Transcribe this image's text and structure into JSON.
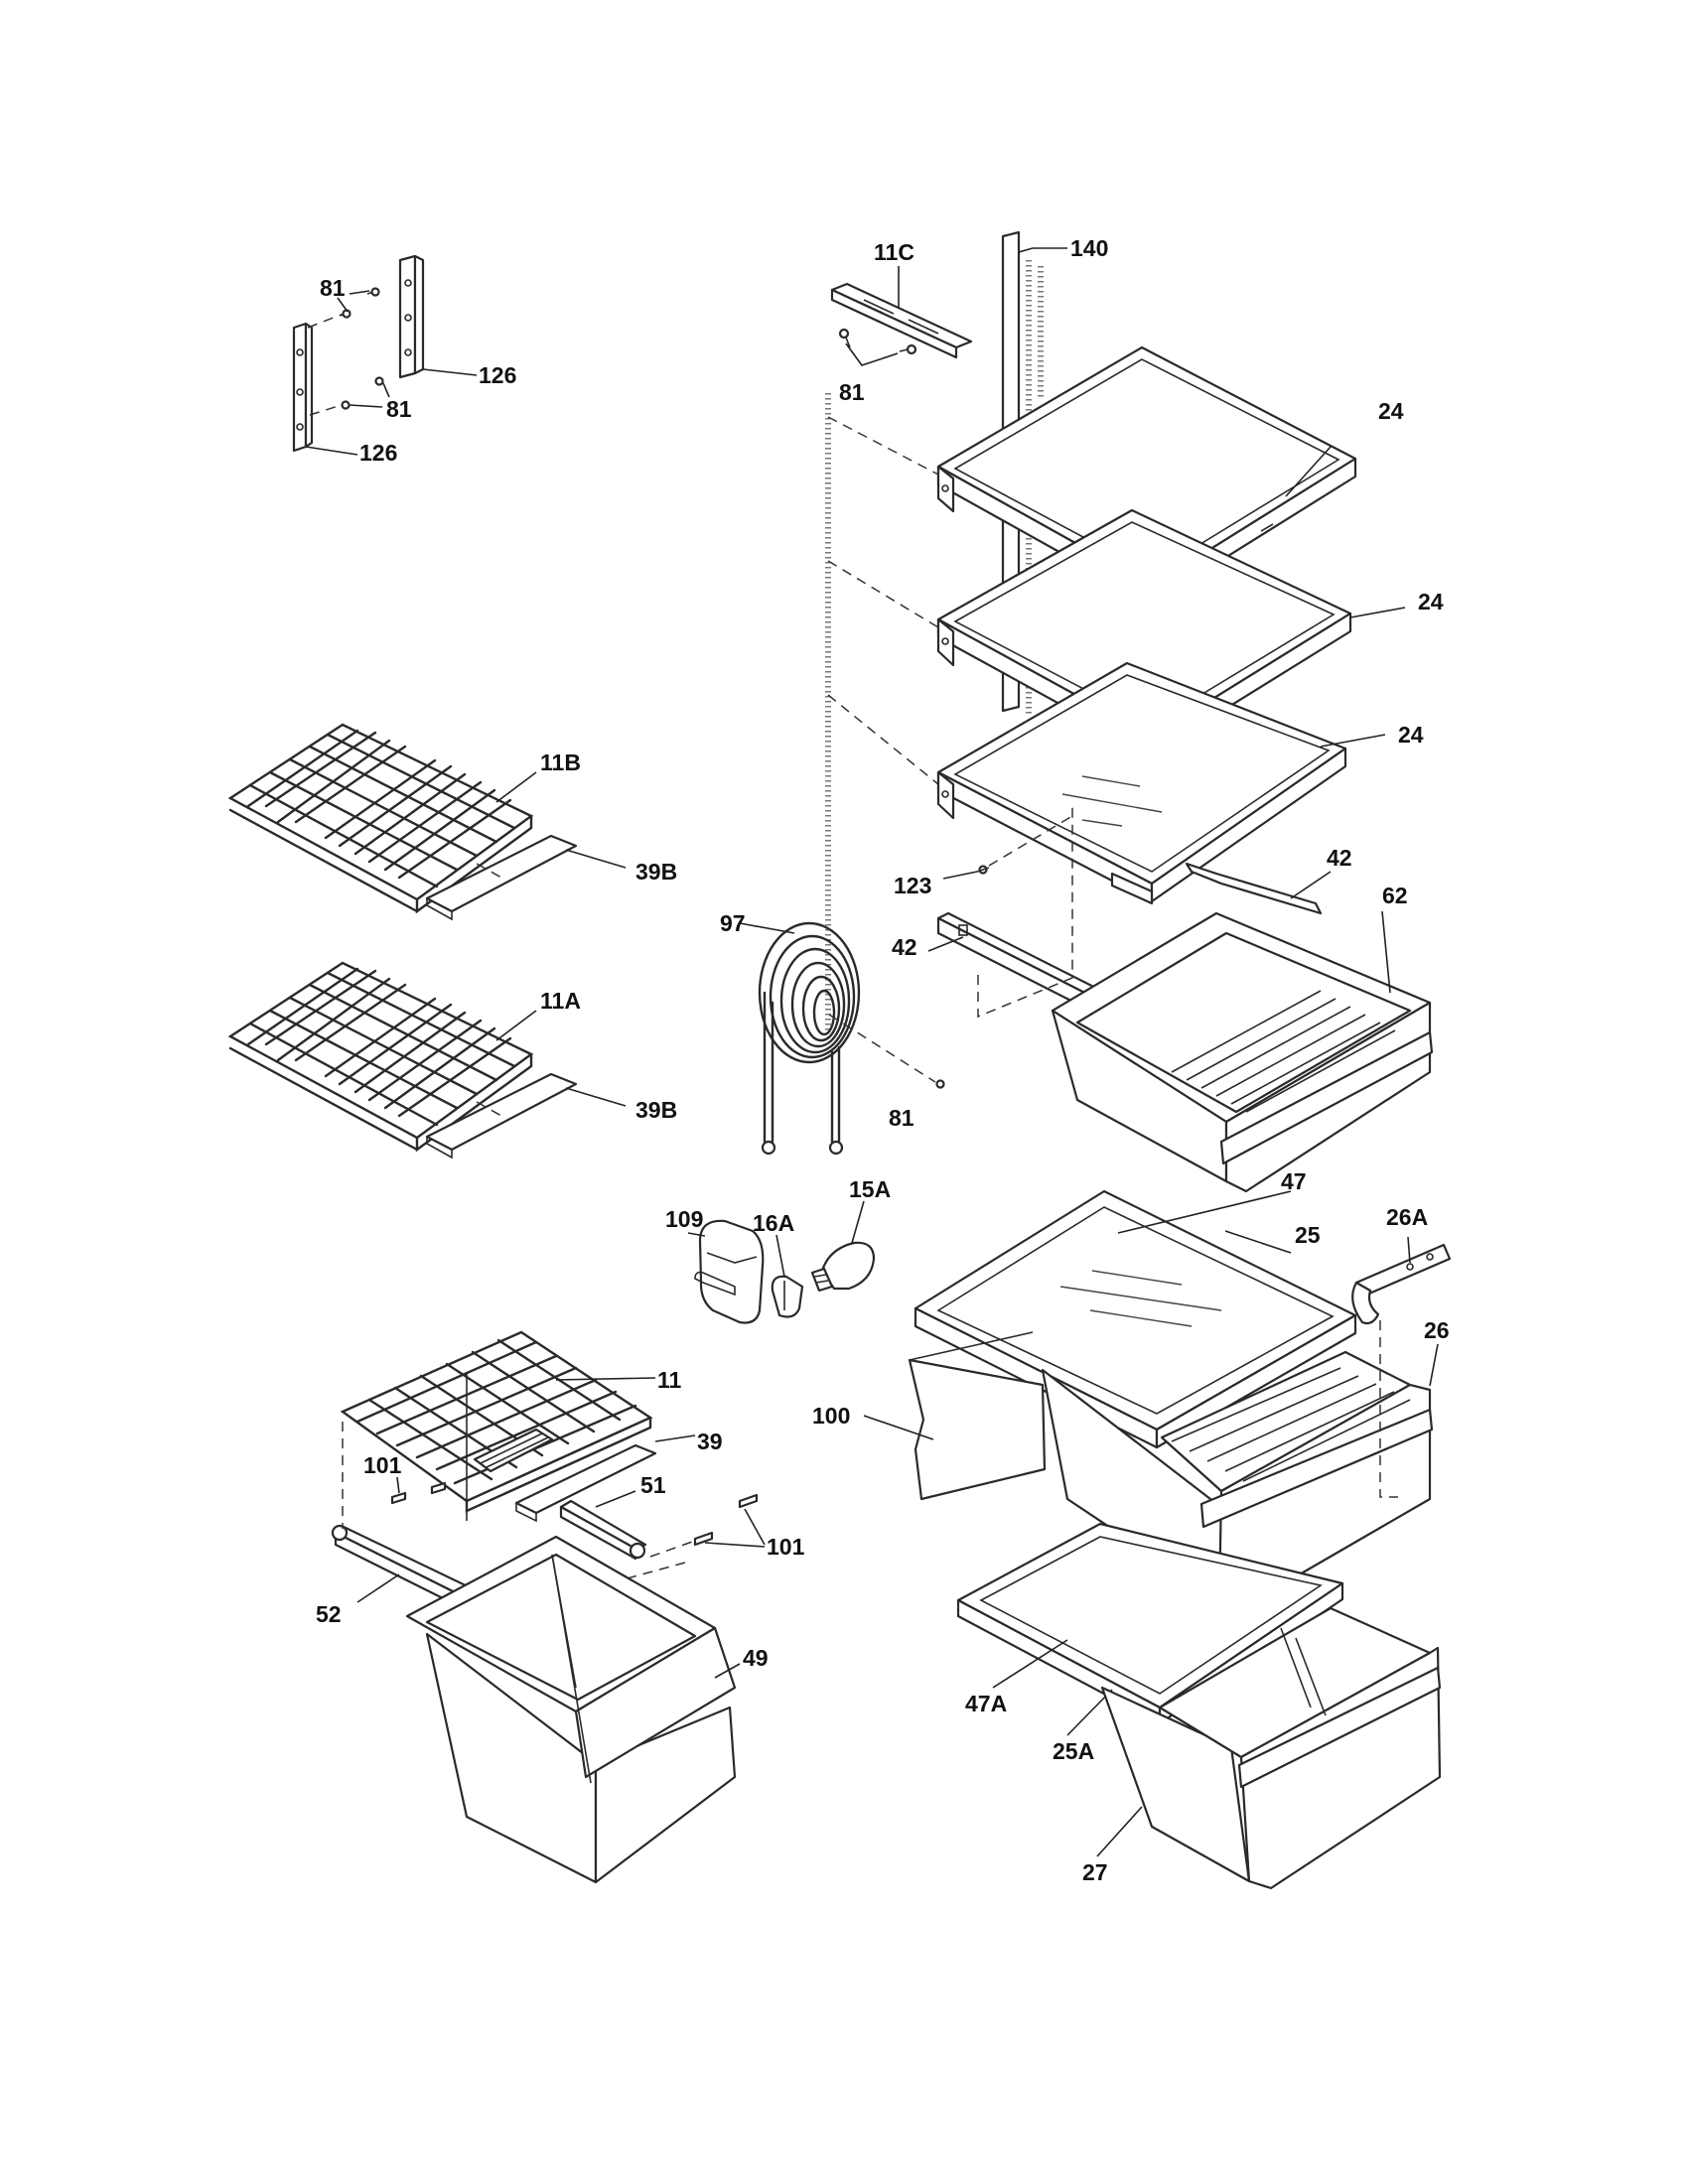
{
  "diagram": {
    "callouts": [
      {
        "id": "c-81-a",
        "text": "81"
      },
      {
        "id": "c-126-a",
        "text": "126"
      },
      {
        "id": "c-81-b",
        "text": "81"
      },
      {
        "id": "c-126-b",
        "text": "126"
      },
      {
        "id": "c-11c",
        "text": "11C"
      },
      {
        "id": "c-140",
        "text": "140"
      },
      {
        "id": "c-81-c",
        "text": "81"
      },
      {
        "id": "c-24-a",
        "text": "24"
      },
      {
        "id": "c-24-b",
        "text": "24"
      },
      {
        "id": "c-24-c",
        "text": "24"
      },
      {
        "id": "c-11b",
        "text": "11B"
      },
      {
        "id": "c-39b-a",
        "text": "39B"
      },
      {
        "id": "c-123",
        "text": "123"
      },
      {
        "id": "c-42-a",
        "text": "42"
      },
      {
        "id": "c-62",
        "text": "62"
      },
      {
        "id": "c-97",
        "text": "97"
      },
      {
        "id": "c-42-b",
        "text": "42"
      },
      {
        "id": "c-11a",
        "text": "11A"
      },
      {
        "id": "c-39b-b",
        "text": "39B"
      },
      {
        "id": "c-81-d",
        "text": "81"
      },
      {
        "id": "c-109",
        "text": "109"
      },
      {
        "id": "c-16a",
        "text": "16A"
      },
      {
        "id": "c-15a",
        "text": "15A"
      },
      {
        "id": "c-47",
        "text": "47"
      },
      {
        "id": "c-25",
        "text": "25"
      },
      {
        "id": "c-26a",
        "text": "26A"
      },
      {
        "id": "c-26",
        "text": "26"
      },
      {
        "id": "c-11",
        "text": "11"
      },
      {
        "id": "c-39",
        "text": "39"
      },
      {
        "id": "c-100",
        "text": "100"
      },
      {
        "id": "c-101-a",
        "text": "101"
      },
      {
        "id": "c-51",
        "text": "51"
      },
      {
        "id": "c-101-b",
        "text": "101"
      },
      {
        "id": "c-52",
        "text": "52"
      },
      {
        "id": "c-49",
        "text": "49"
      },
      {
        "id": "c-47a",
        "text": "47A"
      },
      {
        "id": "c-25a",
        "text": "25A"
      },
      {
        "id": "c-27",
        "text": "27"
      }
    ]
  }
}
